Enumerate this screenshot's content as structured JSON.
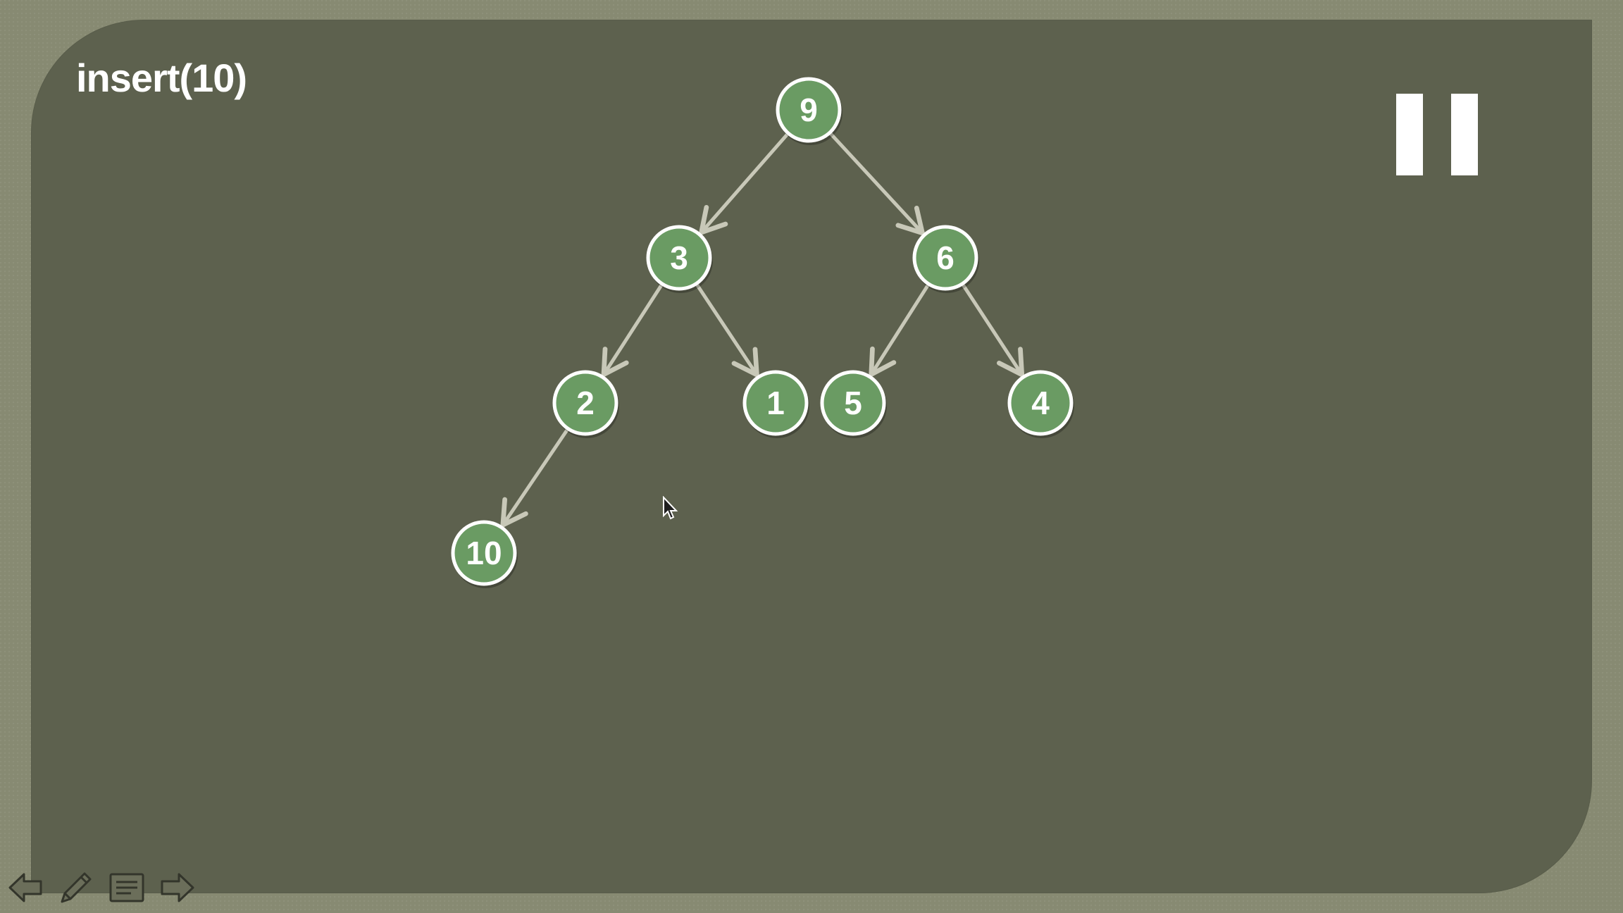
{
  "title": "insert(10)",
  "colors": {
    "node_fill": "#6a9b63",
    "node_stroke": "#ffffff",
    "edge": "#c8c8b8",
    "background": "#5d614e"
  },
  "nodes": [
    {
      "id": "n9",
      "label": "9"
    },
    {
      "id": "n3",
      "label": "3"
    },
    {
      "id": "n6",
      "label": "6"
    },
    {
      "id": "n2",
      "label": "2"
    },
    {
      "id": "n1",
      "label": "1"
    },
    {
      "id": "n5",
      "label": "5"
    },
    {
      "id": "n4",
      "label": "4"
    },
    {
      "id": "n10",
      "label": "10"
    }
  ],
  "edges": [
    {
      "from": "n9",
      "to": "n3"
    },
    {
      "from": "n9",
      "to": "n6"
    },
    {
      "from": "n3",
      "to": "n2"
    },
    {
      "from": "n3",
      "to": "n1"
    },
    {
      "from": "n6",
      "to": "n5"
    },
    {
      "from": "n6",
      "to": "n4"
    },
    {
      "from": "n2",
      "to": "n10"
    }
  ],
  "controls": [
    {
      "name": "previous-icon"
    },
    {
      "name": "pen-icon"
    },
    {
      "name": "menu-icon"
    },
    {
      "name": "next-icon"
    }
  ]
}
